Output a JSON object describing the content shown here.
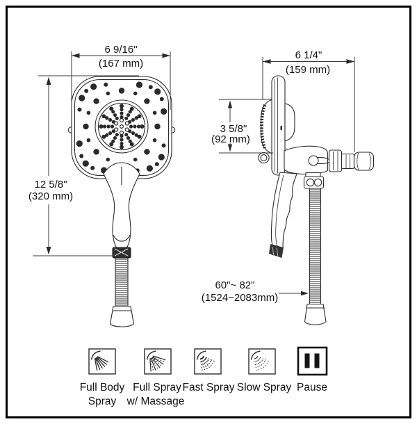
{
  "front_view": {
    "width_in": "6 9/16\"",
    "width_mm": "(167 mm)",
    "height_in": "12 5/8\"",
    "height_mm": "(320 mm)"
  },
  "side_view": {
    "depth_in": "6 1/4\"",
    "depth_mm": "(159 mm)",
    "face_in": "3 5/8\"",
    "face_mm": "(92 mm)"
  },
  "hose": {
    "length_in": "60\"~ 82\"",
    "length_mm": "(1524~2083mm)"
  },
  "spray_modes": [
    {
      "name": "full-body-spray",
      "line1": "Full Body",
      "line2": "Spray"
    },
    {
      "name": "full-spray-massage",
      "line1": "Full Spray",
      "line2": "w/ Massage"
    },
    {
      "name": "fast-spray",
      "line1": "Fast Spray",
      "line2": ""
    },
    {
      "name": "slow-spray",
      "line1": "Slow Spray",
      "line2": ""
    },
    {
      "name": "pause",
      "line1": "Pause",
      "line2": ""
    }
  ],
  "colors": {
    "line": "#2a2a2a",
    "text": "#111111",
    "border": "#000000",
    "background": "#ffffff",
    "dark_fill": "#2f2f2f"
  }
}
